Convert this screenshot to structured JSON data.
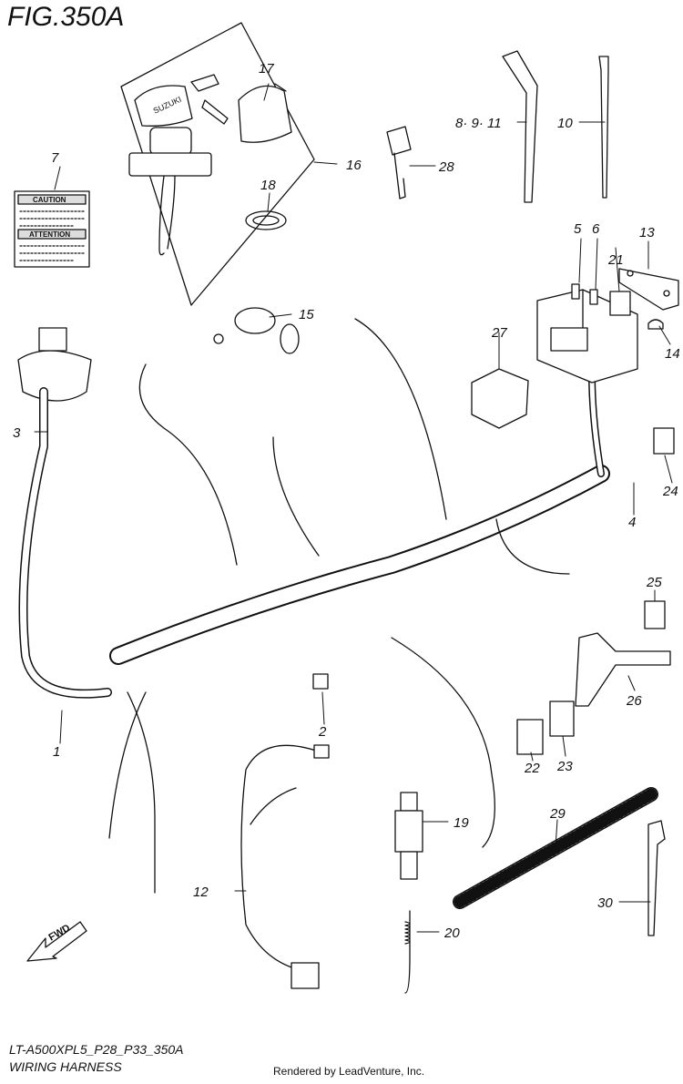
{
  "figure": {
    "title": "FIG.350A",
    "code": "LT-A500XPL5_P28_P33_350A",
    "name": "WIRING HARNESS",
    "credit": "Rendered by LeadVenture, Inc."
  },
  "labels": {
    "caution": "CAUTION",
    "attention": "ATTENTION",
    "fwd": "FWD",
    "brand": "SUZUKI"
  },
  "parts": [
    {
      "id": "p1",
      "label": "1"
    },
    {
      "id": "p2",
      "label": "2"
    },
    {
      "id": "p3",
      "label": "3"
    },
    {
      "id": "p4",
      "label": "4"
    },
    {
      "id": "p5",
      "label": "5"
    },
    {
      "id": "p6",
      "label": "6"
    },
    {
      "id": "p7",
      "label": "7"
    },
    {
      "id": "p8911",
      "label": "8· 9· 11"
    },
    {
      "id": "p10",
      "label": "10"
    },
    {
      "id": "p12",
      "label": "12"
    },
    {
      "id": "p13",
      "label": "13"
    },
    {
      "id": "p14",
      "label": "14"
    },
    {
      "id": "p15",
      "label": "15"
    },
    {
      "id": "p16",
      "label": "16"
    },
    {
      "id": "p17",
      "label": "17"
    },
    {
      "id": "p18",
      "label": "18"
    },
    {
      "id": "p19",
      "label": "19"
    },
    {
      "id": "p20",
      "label": "20"
    },
    {
      "id": "p21",
      "label": "21"
    },
    {
      "id": "p22",
      "label": "22"
    },
    {
      "id": "p23",
      "label": "23"
    },
    {
      "id": "p24",
      "label": "24"
    },
    {
      "id": "p25",
      "label": "25"
    },
    {
      "id": "p26",
      "label": "26"
    },
    {
      "id": "p27",
      "label": "27"
    },
    {
      "id": "p28",
      "label": "28"
    },
    {
      "id": "p29",
      "label": "29"
    },
    {
      "id": "p30",
      "label": "30"
    }
  ]
}
